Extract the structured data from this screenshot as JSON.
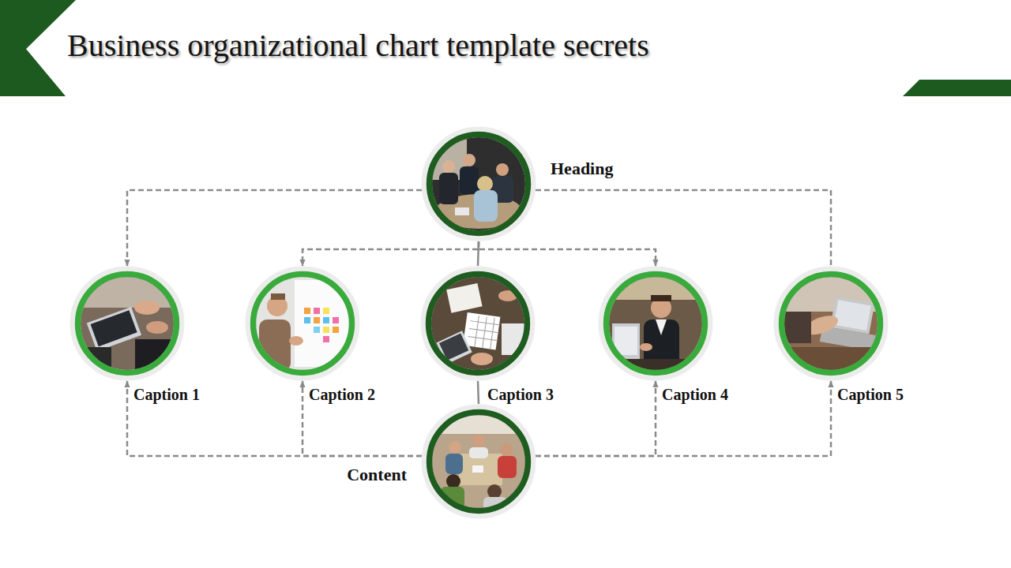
{
  "diagram": {
    "title": "Business organizational chart template secrets",
    "nodes": [
      {
        "text": [
          "Heading"
        ]
      },
      {
        "text": [
          "Caption 1"
        ]
      },
      {
        "text": [
          "Caption 2"
        ]
      },
      {
        "text": [
          "Caption 3"
        ]
      },
      {
        "text": [
          "Caption 4"
        ]
      },
      {
        "text": [
          "Caption 5"
        ]
      },
      {
        "text": [
          "Content"
        ]
      }
    ],
    "edges": [
      {
        "from": 0,
        "to": 1,
        "arrow": "to"
      },
      {
        "from": 0,
        "to": 2,
        "arrow": "to"
      },
      {
        "from": 0,
        "to": 3,
        "arrow": "none"
      },
      {
        "from": 0,
        "to": 4,
        "arrow": "to"
      },
      {
        "from": 0,
        "to": 5,
        "arrow": "none"
      },
      {
        "from": 6,
        "to": 1,
        "arrow": "to"
      },
      {
        "from": 6,
        "to": 2,
        "arrow": "to"
      },
      {
        "from": 6,
        "to": 3,
        "arrow": "none"
      },
      {
        "from": 6,
        "to": 4,
        "arrow": "to"
      },
      {
        "from": 6,
        "to": 5,
        "arrow": "to"
      }
    ]
  }
}
